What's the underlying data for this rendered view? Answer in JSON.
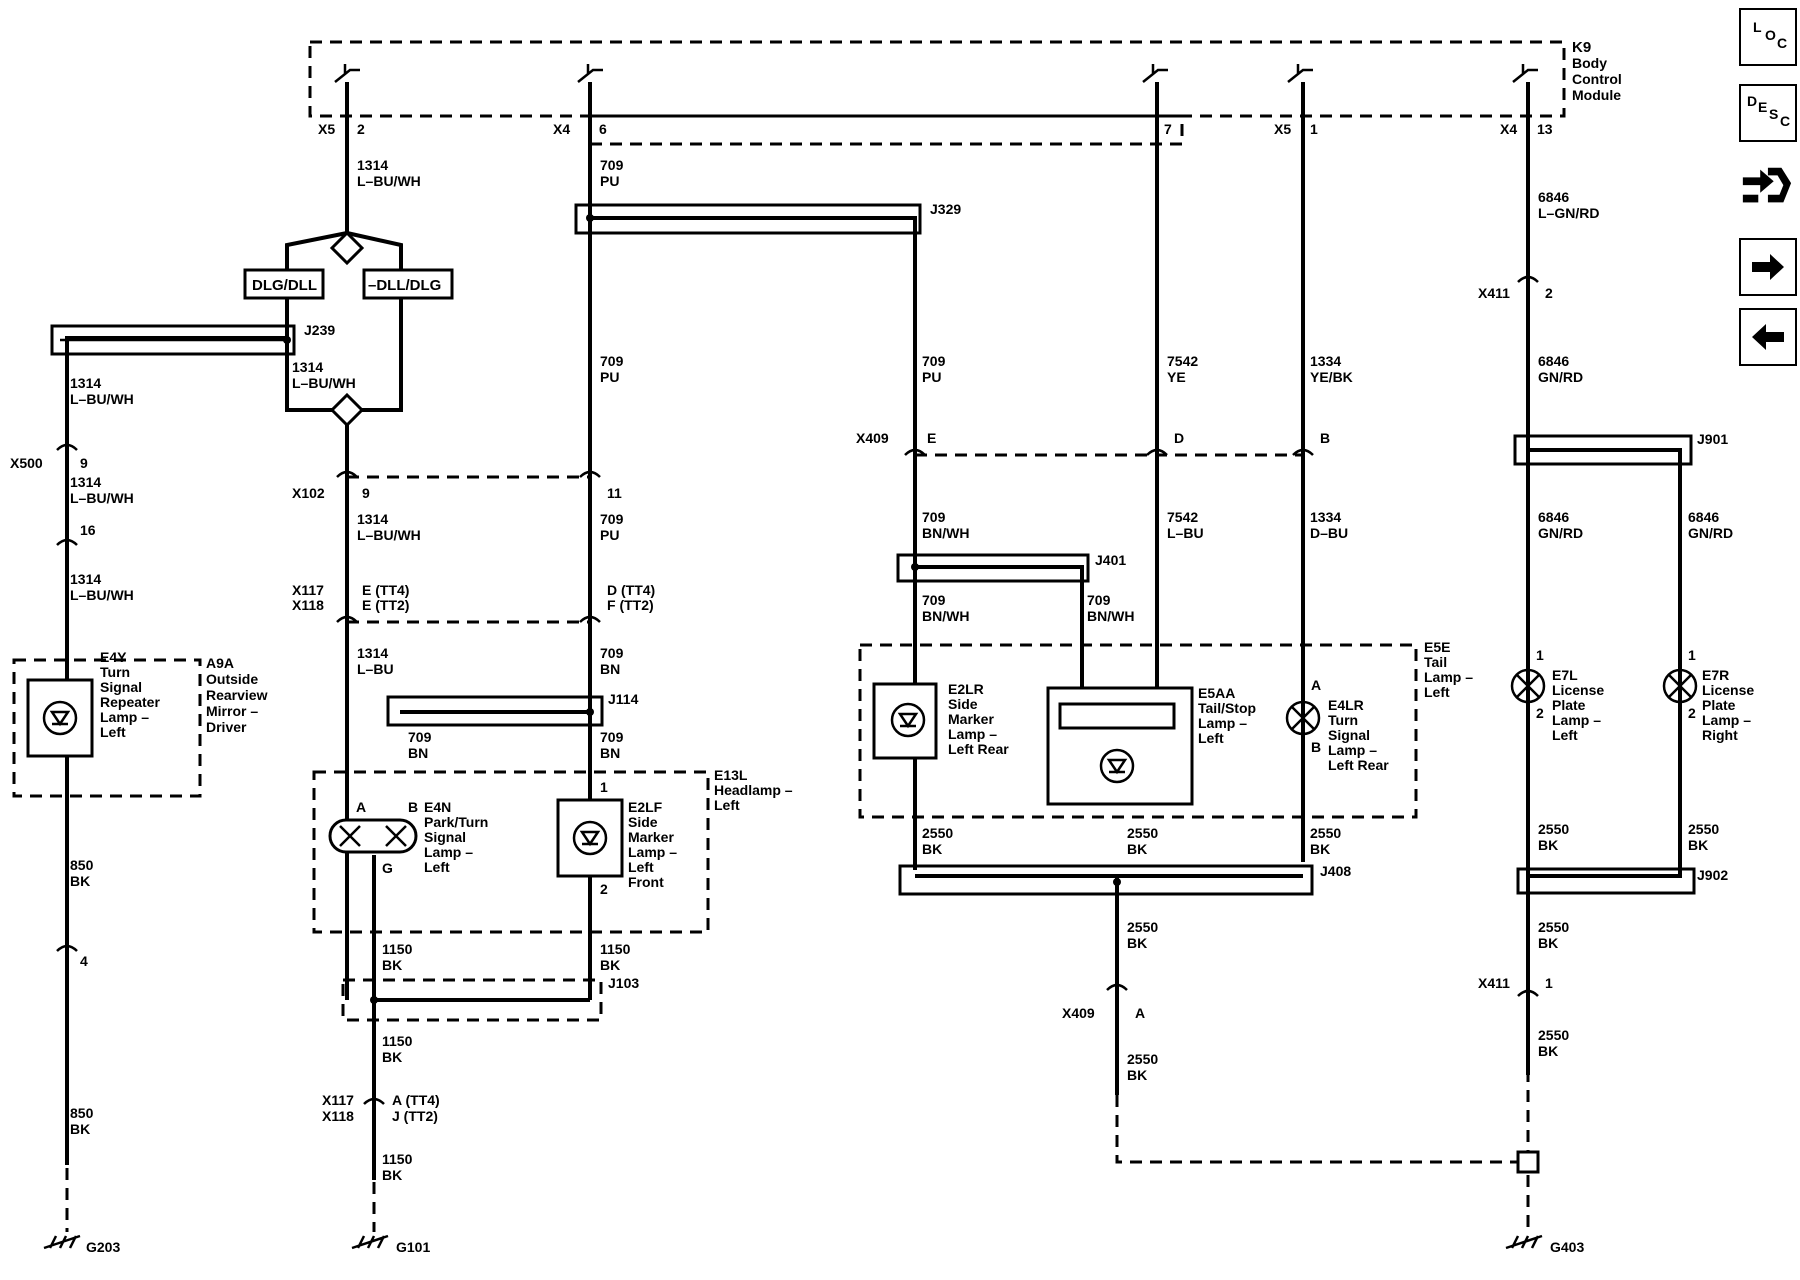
{
  "module": {
    "id": "K9",
    "name": [
      "Body",
      "Control",
      "Module"
    ]
  },
  "pins": [
    {
      "conn": "X5",
      "pin": "2"
    },
    {
      "conn": "X4",
      "pin": "6"
    },
    {
      "conn": "",
      "pin": "7"
    },
    {
      "conn": "X5",
      "pin": "1"
    },
    {
      "conn": "X4",
      "pin": "13"
    }
  ],
  "options": {
    "left": "DLG/DLL",
    "right": "–DLL/DLG"
  },
  "splices": [
    "J239",
    "J329",
    "J401",
    "J114",
    "J408",
    "J103",
    "J901",
    "J902"
  ],
  "connectors": {
    "x500": {
      "name": "X500",
      "pins": [
        "9",
        "16"
      ]
    },
    "x102": {
      "name": "X102",
      "pins": [
        "9",
        "11"
      ]
    },
    "x117": {
      "name1": "X117",
      "name2": "X118",
      "pin_a1": "E (TT4)",
      "pin_a2": "E (TT2)",
      "pin_b1": "D (TT4)",
      "pin_b2": "F (TT2)"
    },
    "x409": {
      "name": "X409",
      "pins": [
        "E",
        "D",
        "B"
      ]
    },
    "x411": {
      "name": "X411",
      "pin": "2"
    },
    "x117b": {
      "name1": "X117",
      "name2": "X118",
      "pin1": "A (TT4)",
      "pin2": "J (TT2)"
    },
    "x409b": {
      "name": "X409",
      "pin": "A"
    },
    "x411b": {
      "name": "X411",
      "pin": "1"
    },
    "c4": {
      "pin": "4"
    }
  },
  "wires": [
    {
      "circuit": "1314",
      "color": "L–BU/WH"
    },
    {
      "circuit": "709",
      "color": "PU"
    },
    {
      "circuit": "6846",
      "color": "L–GN/RD"
    },
    {
      "circuit": "1314",
      "color": "L–BU/WH"
    },
    {
      "circuit": "1314",
      "color": "L–BU/WH"
    },
    {
      "circuit": "709",
      "color": "PU"
    },
    {
      "circuit": "709",
      "color": "PU"
    },
    {
      "circuit": "7542",
      "color": "YE"
    },
    {
      "circuit": "1334",
      "color": "YE/BK"
    },
    {
      "circuit": "6846",
      "color": "GN/RD"
    },
    {
      "circuit": "1314",
      "color": "L–BU/WH"
    },
    {
      "circuit": "1314",
      "color": "L–BU/WH"
    },
    {
      "circuit": "709",
      "color": "PU"
    },
    {
      "circuit": "709",
      "color": "BN/WH"
    },
    {
      "circuit": "7542",
      "color": "L–BU"
    },
    {
      "circuit": "1334",
      "color": "D–BU"
    },
    {
      "circuit": "6846",
      "color": "GN/RD"
    },
    {
      "circuit": "6846",
      "color": "GN/RD"
    },
    {
      "circuit": "1314",
      "color": "L–BU/WH"
    },
    {
      "circuit": "709",
      "color": "BN/WH"
    },
    {
      "circuit": "709",
      "color": "BN/WH"
    },
    {
      "circuit": "1314",
      "color": "L–BU"
    },
    {
      "circuit": "709",
      "color": "BN"
    },
    {
      "circuit": "709",
      "color": "BN"
    },
    {
      "circuit": "709",
      "color": "BN"
    },
    {
      "circuit": "2550",
      "color": "BK"
    },
    {
      "circuit": "2550",
      "color": "BK"
    },
    {
      "circuit": "2550",
      "color": "BK"
    },
    {
      "circuit": "2550",
      "color": "BK"
    },
    {
      "circuit": "2550",
      "color": "BK"
    },
    {
      "circuit": "850",
      "color": "BK"
    },
    {
      "circuit": "2550",
      "color": "BK"
    },
    {
      "circuit": "2550",
      "color": "BK"
    },
    {
      "circuit": "1150",
      "color": "BK"
    },
    {
      "circuit": "1150",
      "color": "BK"
    },
    {
      "circuit": "1150",
      "color": "BK"
    },
    {
      "circuit": "2550",
      "color": "BK"
    },
    {
      "circuit": "2550",
      "color": "BK"
    },
    {
      "circuit": "850",
      "color": "BK"
    },
    {
      "circuit": "1150",
      "color": "BK"
    }
  ],
  "components": {
    "e4y": [
      "E4Y",
      "Turn",
      "Signal",
      "Repeater",
      "Lamp –",
      "Left"
    ],
    "a9a": [
      "A9A",
      "Outside",
      "Rearview",
      "Mirror –",
      "Driver"
    ],
    "e4n": [
      "E4N",
      "Park/Turn",
      "Signal",
      "Lamp –",
      "Left"
    ],
    "e2lf": [
      "E2LF",
      "Side",
      "Marker",
      "Lamp –",
      "Left",
      "Front"
    ],
    "e13l": [
      "E13L",
      "Headlamp –",
      "Left"
    ],
    "e2lr": [
      "E2LR",
      "Side",
      "Marker",
      "Lamp –",
      "Left Rear"
    ],
    "e5aa": [
      "E5AA",
      "Tail/Stop",
      "Lamp –",
      "Left"
    ],
    "e4lr": [
      "E4LR",
      "Turn",
      "Signal",
      "Lamp –",
      "Left Rear"
    ],
    "e5e": [
      "E5E",
      "Tail",
      "Lamp –",
      "Left"
    ],
    "e7l": [
      "E7L",
      "License",
      "Plate",
      "Lamp –",
      "Left"
    ],
    "e7r": [
      "E7R",
      "License",
      "Plate",
      "Lamp –",
      "Right"
    ]
  },
  "pin_labels": {
    "e4n_a": "A",
    "e4n_b": "B",
    "e4n_g": "G",
    "e2lf_1": "1",
    "e2lf_2": "2",
    "e4lr_a": "A",
    "e4lr_b": "B",
    "e7l_1": "1",
    "e7l_2": "2",
    "e7r_1": "1",
    "e7r_2": "2"
  },
  "grounds": [
    "G203",
    "G101",
    "G403"
  ],
  "nav": [
    {
      "name": "location-view-button",
      "icon": "loc-icon",
      "letters": [
        "L",
        "O",
        "C"
      ]
    },
    {
      "name": "description-view-button",
      "icon": "desc-icon",
      "letters": [
        "D",
        "E",
        "S",
        "C"
      ]
    },
    {
      "name": "connector-view-button",
      "icon": "connector-hand-icon"
    },
    {
      "name": "next-page-button",
      "icon": "arrow-right-icon"
    },
    {
      "name": "previous-page-button",
      "icon": "arrow-left-icon"
    }
  ]
}
